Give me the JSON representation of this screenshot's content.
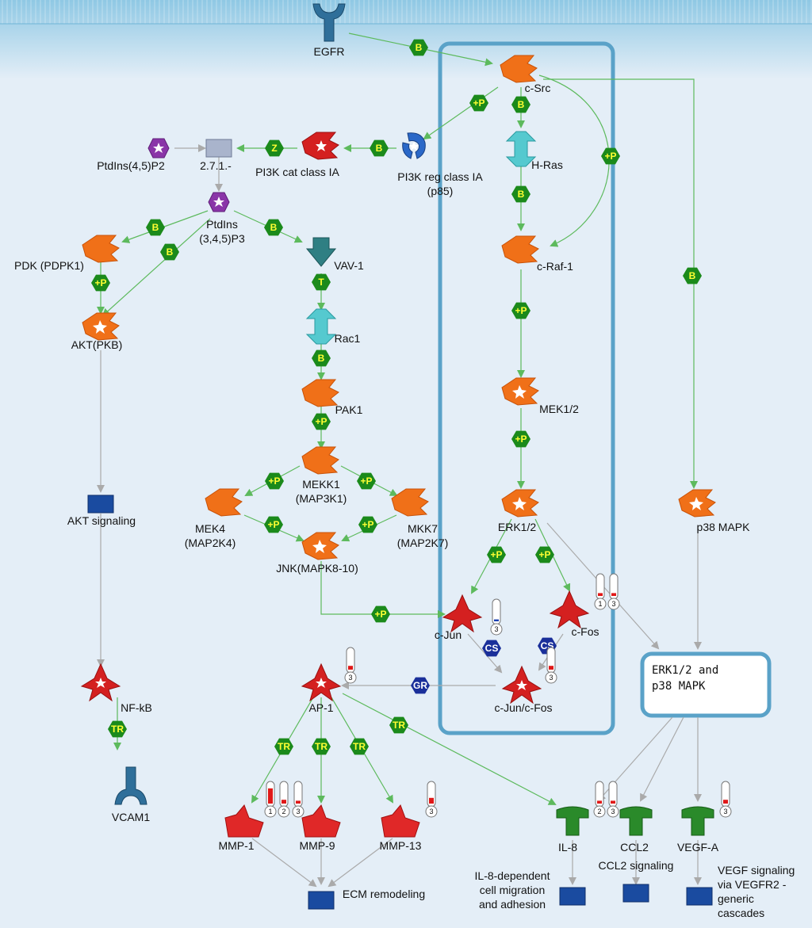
{
  "membrane": {
    "color_top": "#8fc8e4",
    "color_bottom": "#e4eef7"
  },
  "colors": {
    "edge_green": "#5dba5d",
    "edge_grey": "#aaaaaa",
    "hex_green": "#1b8a1b",
    "hex_blue": "#1a2f9a",
    "protein_orange": "#f07018",
    "tf_red": "#d42020",
    "kinase_teal": "#2f7f83",
    "small_purple": "#8a35a8",
    "box_blue": "#1a4ba0",
    "frame": "#5aa2c8"
  },
  "nodes": {
    "egfr": "EGFR",
    "csrc": "c-Src",
    "pi3k_reg": "PI3K reg class IA",
    "pi3k_reg_sub": "(p85)",
    "pi3k_cat": "PI3K cat class IA",
    "enzyme": "2.7.1.-",
    "pip2": "PtdIns(4,5)P2",
    "pip3_a": "PtdIns",
    "pip3_b": "(3,4,5)P3",
    "pdk": "PDK (PDPK1)",
    "akt": "AKT(PKB)",
    "vav": "VAV-1",
    "rac1": "Rac1",
    "pak1": "PAK1",
    "mekk1_a": "MEKK1",
    "mekk1_b": "(MAP3K1)",
    "mek4_a": "MEK4",
    "mek4_b": "(MAP2K4)",
    "mkk7_a": "MKK7",
    "mkk7_b": "(MAP2K7)",
    "jnk": "JNK(MAPK8-10)",
    "hras": "H-Ras",
    "craf": "c-Raf-1",
    "mek12": "MEK1/2",
    "erk12": "ERK1/2",
    "p38": "p38 MAPK",
    "cjun": "c-Jun",
    "cfos": "c-Fos",
    "cjuncfos": "c-Jun/c-Fos",
    "ap1": "AP-1",
    "nfkb": "NF-kB",
    "vcam1": "VCAM1",
    "akt_signaling": "AKT signaling",
    "mmp1": "MMP-1",
    "mmp9": "MMP-9",
    "mmp13": "MMP-13",
    "ecm": "ECM remodeling",
    "il8": "IL-8",
    "ccl2": "CCL2",
    "vegfa": "VEGF-A",
    "il8_proc_a": "IL-8-dependent",
    "il8_proc_b": "cell migration",
    "il8_proc_c": "and adhesion",
    "ccl2_proc": "CCL2 signaling",
    "vegf_proc_a": "VEGF signaling",
    "vegf_proc_b": "via VEGFR2 -",
    "vegf_proc_c": "generic",
    "vegf_proc_d": "cascades",
    "erk_p38_box_a": "ERK1/2 and",
    "erk_p38_box_b": "p38 MAPK"
  },
  "edge_labels": {
    "binding": "B",
    "phospho": "+P",
    "z": "Z",
    "transform": "T",
    "transcription": "TR",
    "cs": "CS",
    "gr": "GR"
  },
  "thermometers": {
    "cjun": {
      "num": "3",
      "level": 0.1
    },
    "cfos_1": {
      "num": "1",
      "level": 0.15
    },
    "cfos_3": {
      "num": "3",
      "level": 0.15
    },
    "cjuncfos": {
      "num": "3",
      "level": 0.2
    },
    "ap1": {
      "num": "3",
      "level": 0.2
    },
    "mmp1_1": {
      "num": "1",
      "level": 0.8
    },
    "mmp1_2": {
      "num": "2",
      "level": 0.2
    },
    "mmp1_3": {
      "num": "3",
      "level": 0.15
    },
    "mmp13": {
      "num": "3",
      "level": 0.3
    },
    "il8_2": {
      "num": "2",
      "level": 0.15
    },
    "il8_3": {
      "num": "3",
      "level": 0.15
    },
    "vegfa": {
      "num": "3",
      "level": 0.2
    }
  }
}
